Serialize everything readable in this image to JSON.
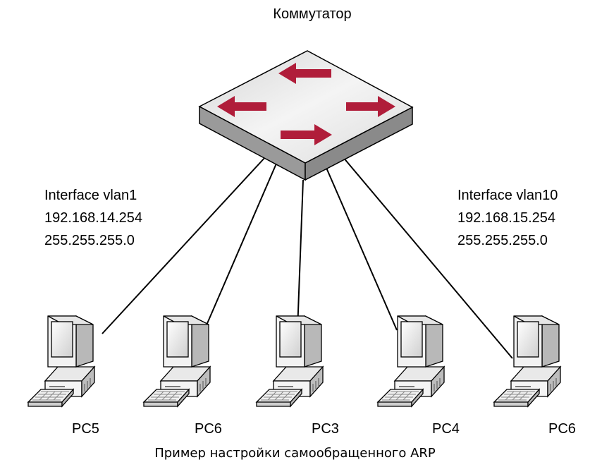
{
  "switch": {
    "title": "Коммутатор"
  },
  "interfaces": [
    {
      "name": "Interface vlan1",
      "ip": "192.168.14.254",
      "mask": "255.255.255.0"
    },
    {
      "name": "Interface vlan10",
      "ip": "192.168.15.254",
      "mask": "255.255.255.0"
    }
  ],
  "pcs": [
    {
      "label": "PC5"
    },
    {
      "label": "PC6"
    },
    {
      "label": "PC3"
    },
    {
      "label": "PC4"
    },
    {
      "label": "PC6"
    }
  ],
  "caption": "Пример настройки самообращенного ARP",
  "colors": {
    "arrow": "#b01d3a",
    "switch_top": "#e8e8e8",
    "line": "#000000"
  }
}
